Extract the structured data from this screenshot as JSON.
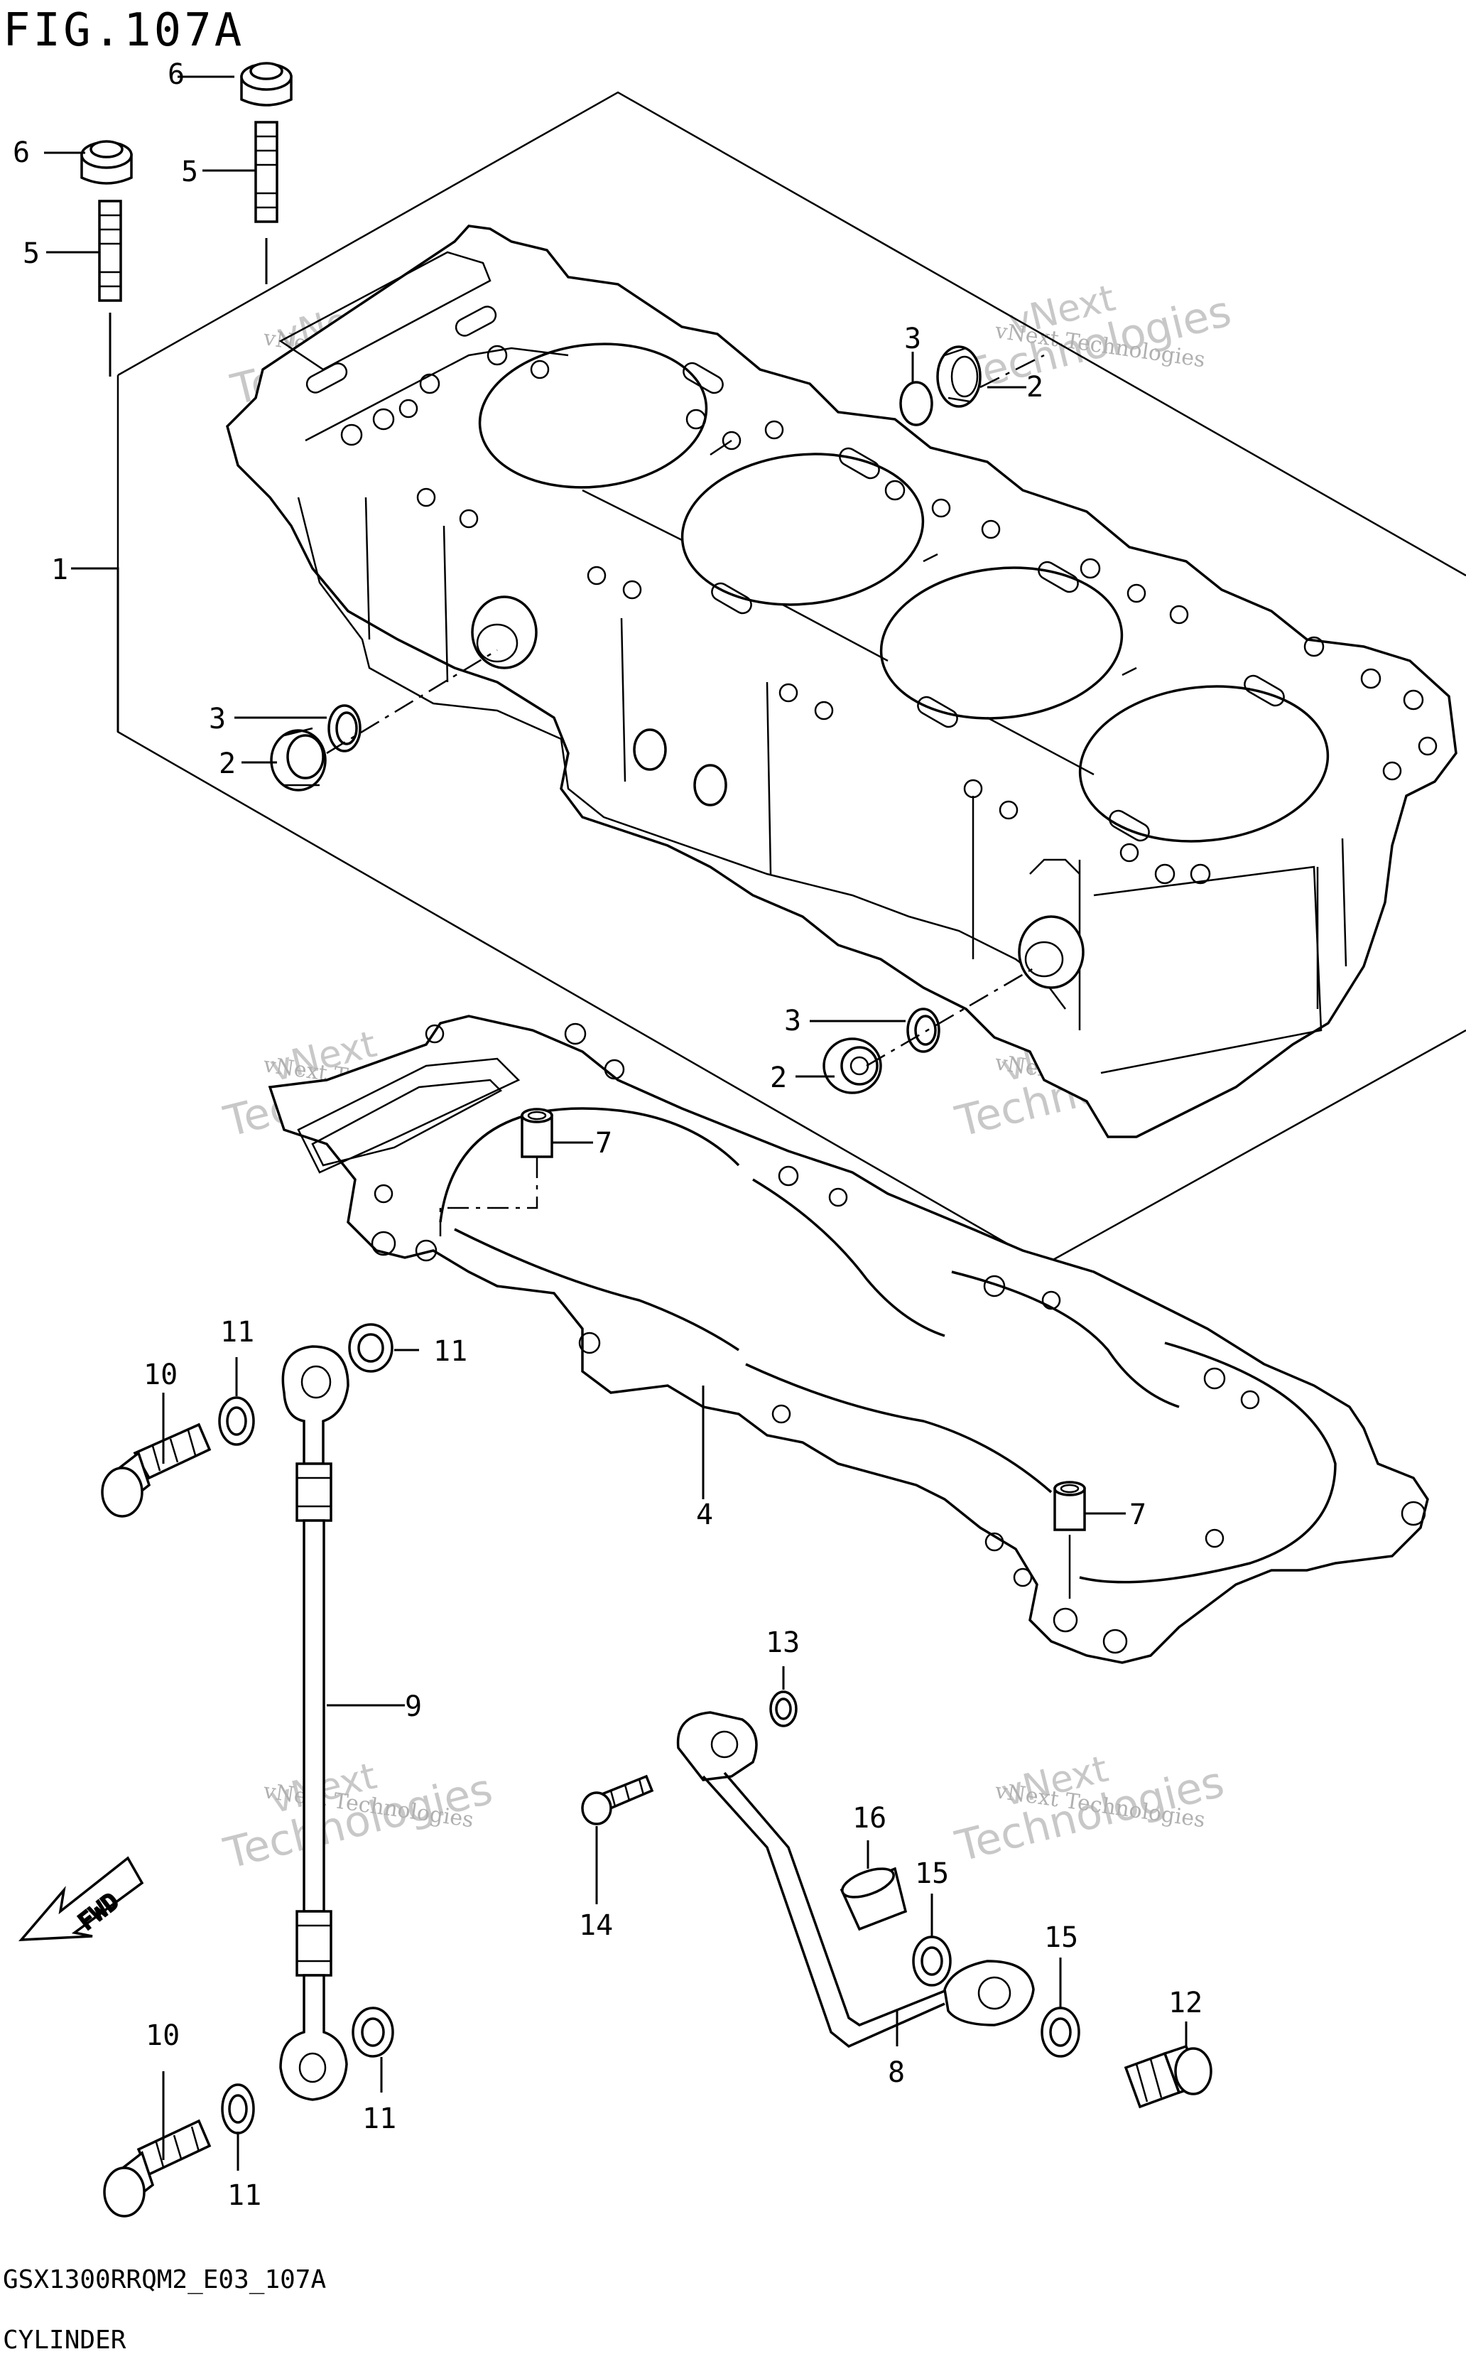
{
  "header": {
    "figure_title": "FIG.107A"
  },
  "footer": {
    "model_code": "GSX1300RRQM2_E03_107A",
    "section_name": "CYLINDER"
  },
  "watermark": {
    "line1": "vNext",
    "line2": "Technologies",
    "caption": "vNext Technologies"
  },
  "fwd_label": "FWD",
  "callouts": {
    "c1": "1",
    "c2a": "2",
    "c2b": "2",
    "c2c": "2",
    "c3a": "3",
    "c3b": "3",
    "c3c": "3",
    "c4": "4",
    "c5a": "5",
    "c5b": "5",
    "c6a": "6",
    "c6b": "6",
    "c7a": "7",
    "c7b": "7",
    "c8": "8",
    "c9": "9",
    "c10a": "10",
    "c10b": "10",
    "c11a": "11",
    "c11b": "11",
    "c11c": "11",
    "c11d": "11",
    "c12": "12",
    "c13": "13",
    "c14": "14",
    "c15a": "15",
    "c15b": "15",
    "c16": "16"
  }
}
